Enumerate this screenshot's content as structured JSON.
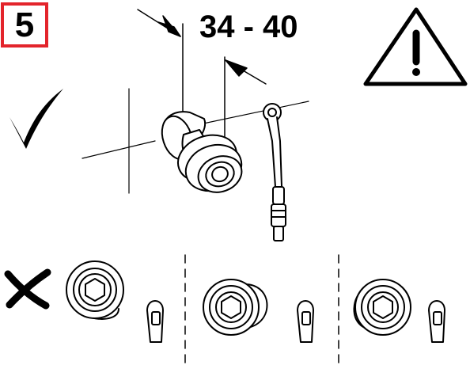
{
  "step": {
    "number": "5",
    "frame_color": "#e3242b"
  },
  "dimension": {
    "label": "34 - 40"
  },
  "icons": {
    "warning": "warning-triangle-icon",
    "correct": "check-mark-icon",
    "incorrect": "cross-mark-icon"
  },
  "panels": {
    "correct_orientation": "check-mark-icon",
    "incorrect_orientations": [
      "front-offset",
      "left-offset",
      "right-offset"
    ]
  }
}
